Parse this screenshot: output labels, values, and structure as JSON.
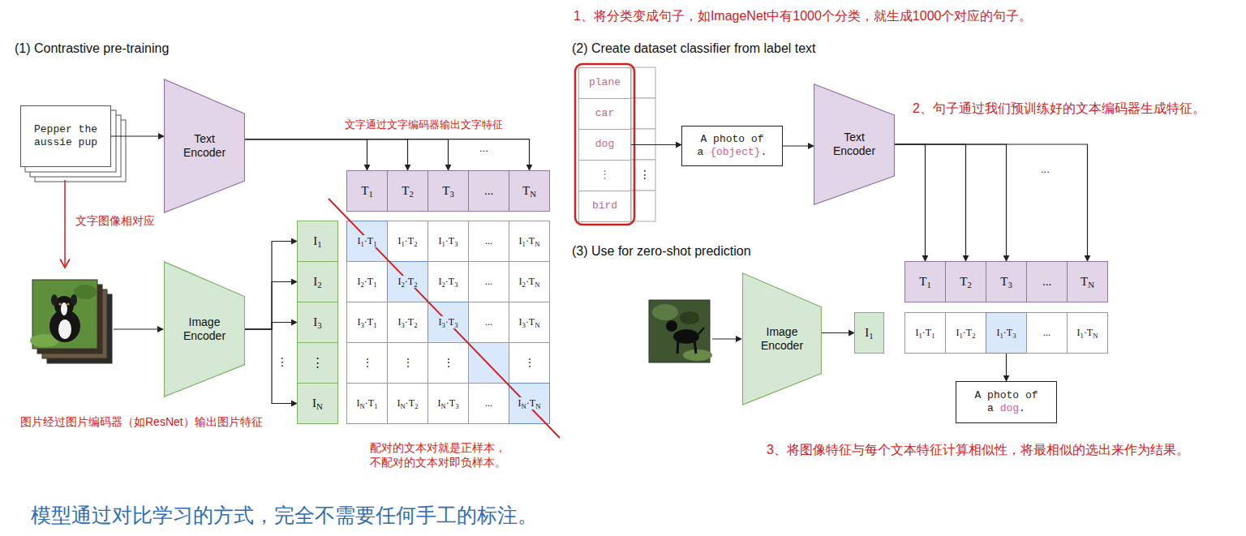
{
  "diagram": {
    "caption": "模型通过对比学习的方式，完全不需要任何手工的标注。",
    "nodes": [
      {
        "text": [
          "Pepper the aussie pup"
        ]
      },
      {
        "text": [
          "Text Encoder"
        ]
      },
      {
        "text": [
          "T1"
        ]
      },
      {
        "text": [
          "T2"
        ]
      },
      {
        "text": [
          "T3"
        ]
      },
      {
        "text": [
          "..."
        ]
      },
      {
        "text": [
          "TN"
        ]
      },
      {
        "text": [
          "Image Encoder"
        ]
      },
      {
        "text": [
          "I1"
        ]
      },
      {
        "text": [
          "I2"
        ]
      },
      {
        "text": [
          "I3"
        ]
      },
      {
        "text": [
          "⋮"
        ]
      },
      {
        "text": [
          "IN"
        ]
      },
      {
        "text": [
          "I1·T1"
        ]
      },
      {
        "text": [
          "I1·T2"
        ]
      },
      {
        "text": [
          "I1·T3"
        ]
      },
      {
        "text": [
          "..."
        ]
      },
      {
        "text": [
          "I1·TN"
        ]
      },
      {
        "text": [
          "I2·T1"
        ]
      },
      {
        "text": [
          "I2·T2"
        ]
      },
      {
        "text": [
          "I2·T3"
        ]
      },
      {
        "text": [
          "..."
        ]
      },
      {
        "text": [
          "I2·TN"
        ]
      },
      {
        "text": [
          "I3·T1"
        ]
      },
      {
        "text": [
          "I3·T2"
        ]
      },
      {
        "text": [
          "I3·T3"
        ]
      },
      {
        "text": [
          "..."
        ]
      },
      {
        "text": [
          "I3·TN"
        ]
      },
      {
        "text": [
          "⋮"
        ]
      },
      {
        "text": [
          "⋮"
        ]
      },
      {
        "text": [
          "⋮"
        ]
      },
      {
        "text": [
          "⋮"
        ]
      },
      {
        "text": [
          "IN·T1"
        ]
      },
      {
        "text": [
          "IN·T2"
        ]
      },
      {
        "text": [
          "IN·T3"
        ]
      },
      {
        "text": [
          "..."
        ]
      },
      {
        "text": [
          "IN·TN"
        ]
      },
      {
        "text": [
          "plane"
        ]
      },
      {
        "text": [
          "car"
        ]
      },
      {
        "text": [
          "dog"
        ]
      },
      {
        "text": [
          "⋮"
        ]
      },
      {
        "text": [
          "bird"
        ]
      },
      {
        "text": [
          "A photo of a {object}."
        ]
      },
      {
        "text": [
          "Text Encoder"
        ]
      },
      {
        "text": [
          "T1"
        ]
      },
      {
        "text": [
          "T2"
        ]
      },
      {
        "text": [
          "T3"
        ]
      },
      {
        "text": [
          "..."
        ]
      },
      {
        "text": [
          "TN"
        ]
      },
      {
        "text": [
          "Image Encoder"
        ]
      },
      {
        "text": [
          "I1"
        ]
      },
      {
        "text": [
          "I1·T1"
        ]
      },
      {
        "text": [
          "I1·T2"
        ]
      },
      {
        "text": [
          "I1·T3"
        ]
      },
      {
        "text": [
          "..."
        ]
      },
      {
        "text": [
          "I1·TN"
        ]
      },
      {
        "text": [
          "A photo of a dog."
        ]
      }
    ],
    "edges": [
      {
        "from": 0,
        "to": 1,
        "arrow": "to"
      },
      {
        "from": 1,
        "to": 2,
        "arrow": "to"
      },
      {
        "from": 1,
        "to": 3,
        "arrow": "to"
      },
      {
        "from": 1,
        "to": 4,
        "arrow": "to"
      },
      {
        "from": 1,
        "to": 6,
        "arrow": "to"
      },
      {
        "from": 7,
        "to": 8,
        "arrow": "to"
      },
      {
        "from": 7,
        "to": 9,
        "arrow": "to"
      },
      {
        "from": 7,
        "to": 10,
        "arrow": "to"
      },
      {
        "from": 7,
        "to": 12,
        "arrow": "to"
      },
      {
        "from": 39,
        "to": 42,
        "arrow": "to"
      },
      {
        "from": 42,
        "to": 43,
        "arrow": "to"
      },
      {
        "from": 43,
        "to": 44,
        "arrow": "to"
      },
      {
        "from": 43,
        "to": 45,
        "arrow": "to"
      },
      {
        "from": 43,
        "to": 46,
        "arrow": "to"
      },
      {
        "from": 43,
        "to": 48,
        "arrow": "to"
      },
      {
        "from": 49,
        "to": 50,
        "arrow": "to"
      },
      {
        "from": 53,
        "to": 56,
        "arrow": "to"
      }
    ],
    "labels": [
      "(1) Contrastive pre-training",
      "文字通过文字编码器输出文字特征",
      "...",
      "文字图像相对应",
      "⋮",
      "图片经过图片编码器（如ResNet）输出图片特征",
      "配对的文本对就是正样本， 不配对的文本对即负样本。",
      "1、将分类变成句子，如ImageNet中有1000个分类，就生成1000个对应的句子。",
      "(2) Create dataset classifier from label text",
      "⋮",
      "2、句子通过我们预训练好的文本编码器生成特征。",
      "...",
      "(3) Use for zero-shot prediction",
      "3、将图像特征与每个文本特征计算相似性，将最相似的选出来作为结果。"
    ]
  }
}
